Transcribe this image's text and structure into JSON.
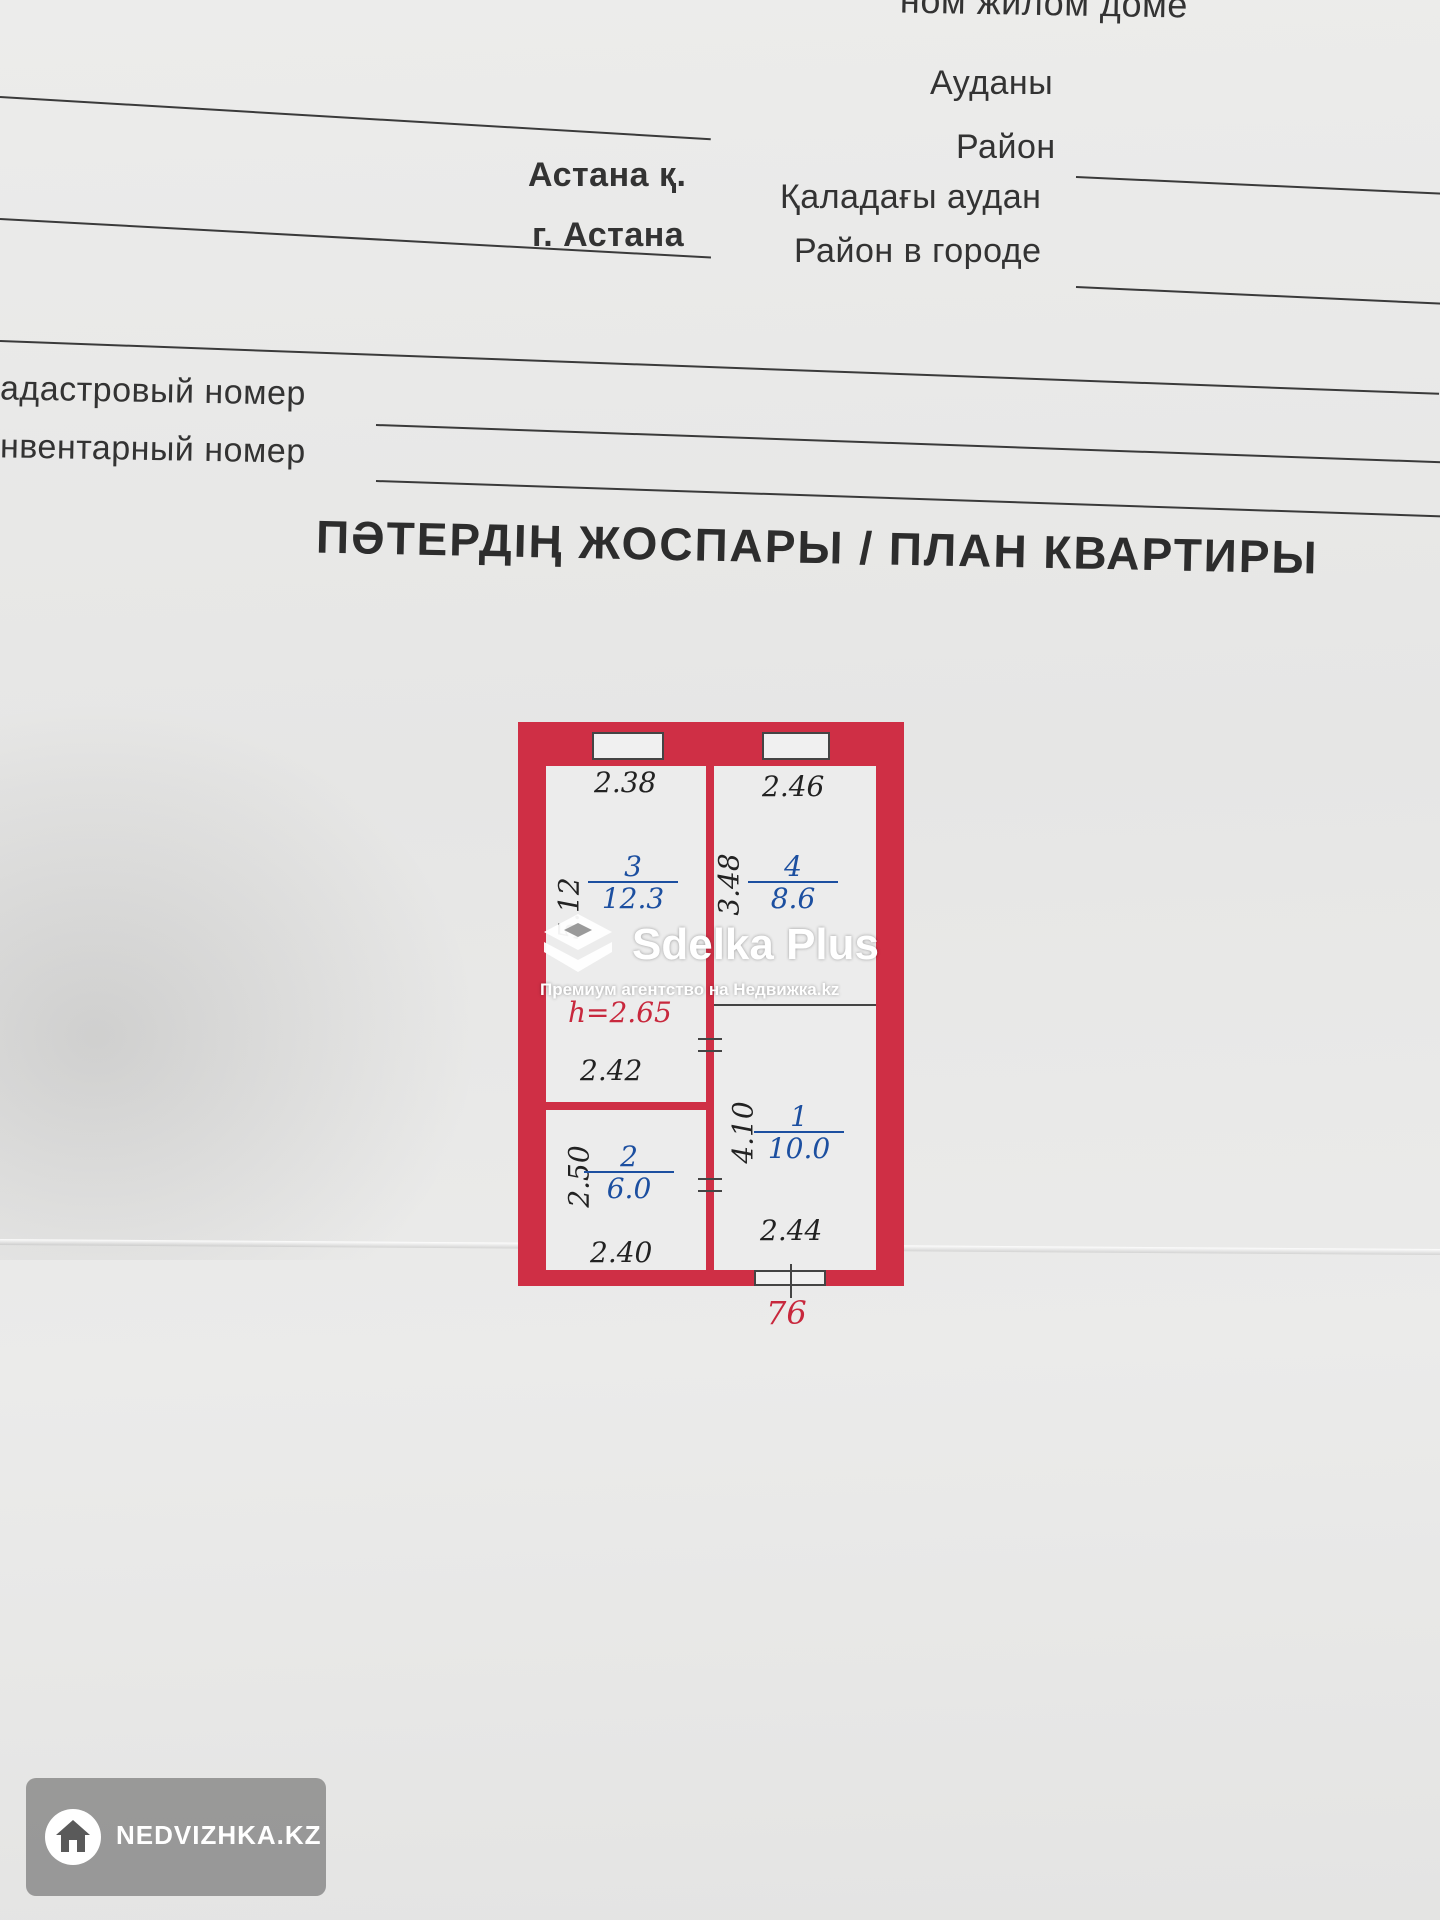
{
  "header": {
    "top_cut": "ном жилом доме",
    "audany": "Ауданы",
    "raion": "Район",
    "astana_kz": "Астана қ.",
    "astana_ru": "г. Астана",
    "qaladagy": "Қаладағы аудан",
    "raion_v_gorode": "Район в городе",
    "kadastr": "адастровый номер",
    "inventar": "нвентарный номер"
  },
  "title": "ПӘТЕРДІҢ ЖОСПАРЫ / ПЛАН КВАРТИРЫ",
  "plan": {
    "dims": {
      "room3_width": "2.38",
      "room4_width": "2.46",
      "room3_height": "5.12",
      "room4_height": "3.48",
      "room3_bottom": "2.42",
      "room1_height": "4.10",
      "room2_height": "2.50",
      "room2_width": "2.40",
      "room1_width": "2.44"
    },
    "rooms": [
      {
        "number": "3",
        "area": "12.3"
      },
      {
        "number": "4",
        "area": "8.6"
      },
      {
        "number": "2",
        "area": "6.0"
      },
      {
        "number": "1",
        "area": "10.0"
      }
    ],
    "ceiling_height": "h=2.65",
    "apartment_number": "76"
  },
  "watermark": {
    "name": "Sdelka Plus",
    "subtitle": "Премиум агентство на Недвижка.kz"
  },
  "badge": {
    "text": "NEDVIZHKA.KZ"
  },
  "colors": {
    "wall": "#cf2f45",
    "room_label": "#1c4fa0",
    "apartment_number": "#c8283d"
  }
}
